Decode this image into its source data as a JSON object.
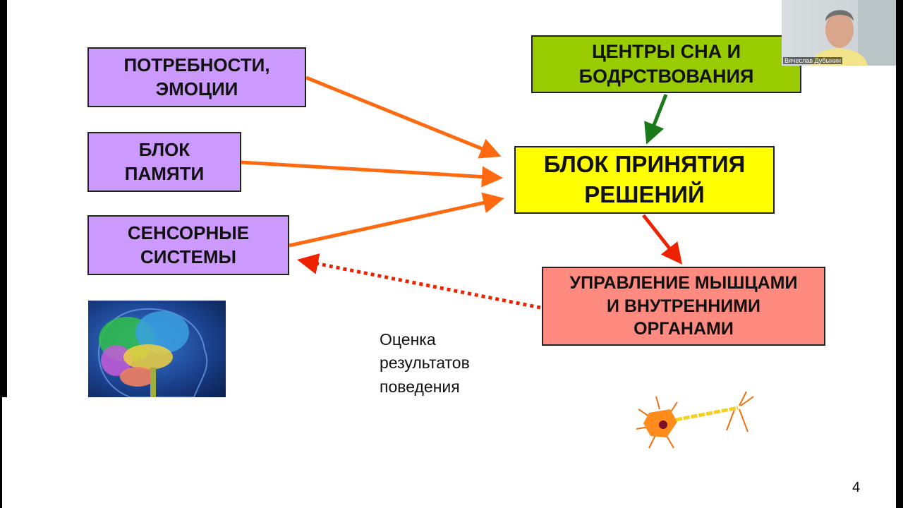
{
  "slide": {
    "boxes": {
      "needs": {
        "line1": "ПОТРЕБНОСТИ,",
        "line2": "ЭМОЦИИ"
      },
      "memory": {
        "line1": "БЛОК",
        "line2": "ПАМЯТИ"
      },
      "sensory": {
        "line1": "СЕНСОРНЫЕ",
        "line2": "СИСТЕМЫ"
      },
      "sleep": {
        "line1": "ЦЕНТРЫ СНА И",
        "line2": "БОДРСТВОВАНИЯ"
      },
      "decision": {
        "line1": "БЛОК ПРИНЯТИЯ",
        "line2": "РЕШЕНИЙ"
      },
      "control": {
        "line1": "УПРАВЛЕНИЕ МЫШЦАМИ",
        "line2": "И ВНУТРЕННИМИ",
        "line3": "ОРГАНАМИ"
      }
    },
    "feedback_note": {
      "line1": "Оценка",
      "line2": "результатов",
      "line3": "поведения"
    },
    "page_number": "4",
    "colors": {
      "purple": "#cc99ff",
      "green": "#99cc00",
      "yellow": "#ffff00",
      "red_box": "#ff8a80",
      "orange_arrow": "#ff6a10",
      "green_arrow": "#1a7a1a",
      "red_arrow": "#ee2200"
    }
  },
  "webcam": {
    "participant_name": "Вячеслав Дубынин"
  }
}
